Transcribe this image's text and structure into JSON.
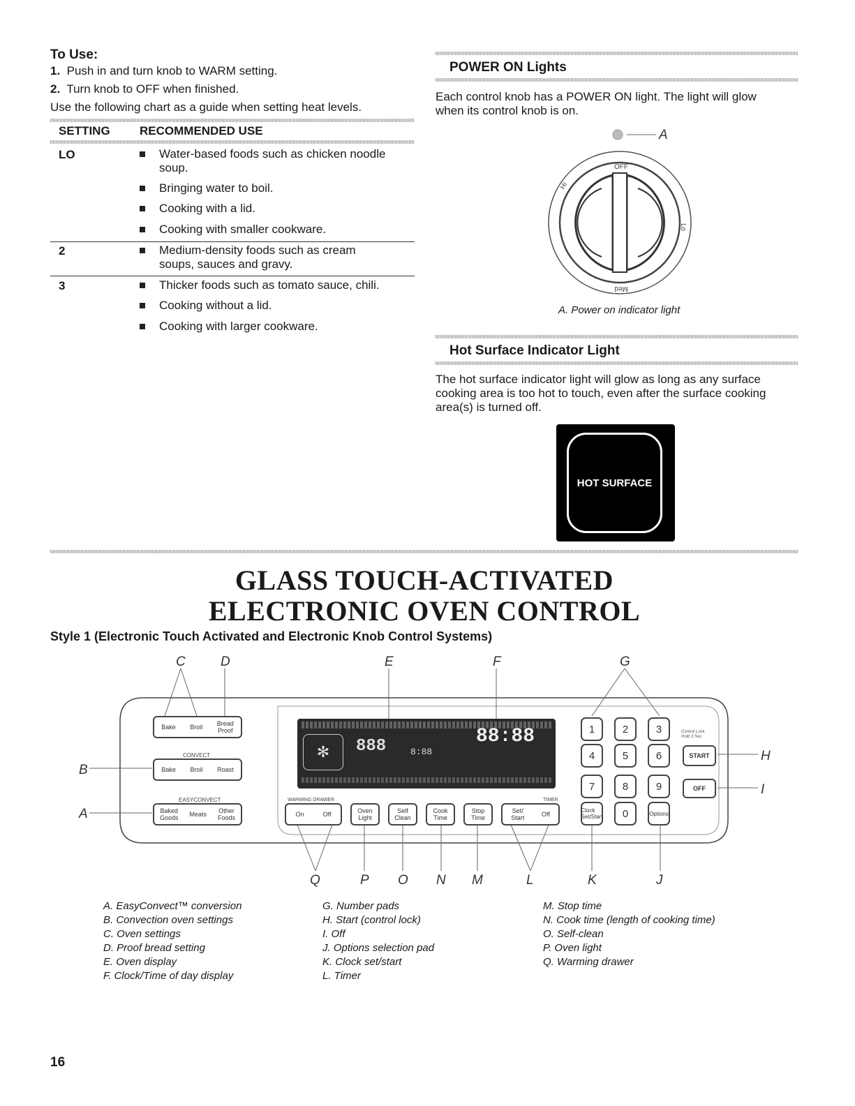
{
  "to_use": {
    "heading": "To Use:",
    "steps": [
      {
        "num": "1.",
        "text": "Push in and turn knob to WARM setting."
      },
      {
        "num": "2.",
        "text": "Turn knob to OFF when finished."
      }
    ],
    "chart_intro": "Use the following chart as a guide when setting heat levels."
  },
  "table": {
    "col_setting": "SETTING",
    "col_use": "RECOMMENDED USE",
    "rows": [
      {
        "setting": "LO",
        "uses": [
          "Water-based foods such as chicken noodle",
          "soup.",
          "Bringing water to boil.",
          "Cooking with a lid.",
          "Cooking with smaller cookware."
        ]
      },
      {
        "setting": "2",
        "uses": [
          "Medium-density foods such as cream",
          "soups, sauces and gravy."
        ]
      },
      {
        "setting": "3",
        "uses": [
          "Thicker foods such as tomato sauce, chili.",
          "Cooking without a lid.",
          "Cooking with larger cookware."
        ]
      }
    ]
  },
  "power_on": {
    "heading": "POWER ON Lights",
    "text1": "Each control knob has a POWER ON light. The light will glow",
    "text2": "when its control knob is on.",
    "callout": "A",
    "knob_labels": {
      "off": "OFF",
      "hi": "Hi",
      "lo": "Lo",
      "med": "Med"
    },
    "caption": "A. Power on indicator light"
  },
  "hot_surface": {
    "heading": "Hot Surface Indicator Light",
    "text1": "The hot surface indicator light will glow as long as any surface",
    "text2": "cooking area is too hot to touch, even after the surface cooking",
    "text3": "area(s) is turned off.",
    "label": "HOT SURFACE"
  },
  "main_title": {
    "line1": "GLASS TOUCH-ACTIVATED",
    "line2": "ELECTRONIC OVEN CONTROL"
  },
  "style_heading": "Style 1 (Electronic Touch Activated and Electronic Knob Control Systems)",
  "panel": {
    "bake": "Bake",
    "broil": "Broil",
    "bread": "Bread",
    "proof": "Proof",
    "convect": "CONVECT",
    "roast": "Roast",
    "easyconvect": "EASYCONVECT",
    "baked": "Baked",
    "goods": "Goods",
    "meats": "Meats",
    "other": "Other",
    "foods": "Foods",
    "warming_drawer": "WARMING DRAWER",
    "on": "On",
    "off": "Off",
    "oven": "Oven",
    "light": "Light",
    "self": "Self",
    "clean": "Clean",
    "cook": "Cook",
    "time": "Time",
    "stop": "Stop",
    "timer": "TIMER",
    "set": "Set/",
    "start": "Start",
    "clock": "Clock",
    "setstart": "Set/Start",
    "options": "Options",
    "keys": [
      "1",
      "2",
      "3",
      "4",
      "5",
      "6",
      "7",
      "8",
      "9",
      "0"
    ],
    "start_btn": "START",
    "off_btn": "OFF",
    "control_lock": "Control Lock",
    "hold": "Hold 3 Sec",
    "display_digits": "88:88",
    "display_temp": "888",
    "display_small": "8:88"
  },
  "callouts": [
    "A",
    "B",
    "C",
    "D",
    "E",
    "F",
    "G",
    "H",
    "I",
    "J",
    "K",
    "L",
    "M",
    "N",
    "O",
    "P",
    "Q"
  ],
  "legend": {
    "col1": [
      "A. EasyConvect™ conversion",
      "B. Convection oven settings",
      "C. Oven settings",
      "D. Proof bread setting",
      "E. Oven display",
      "F. Clock/Time of day display"
    ],
    "col2": [
      "G. Number pads",
      "H. Start (control lock)",
      "I. Off",
      "J. Options selection pad",
      "K. Clock set/start",
      "L. Timer"
    ],
    "col3": [
      "M. Stop time",
      "N. Cook time (length of cooking time)",
      "O. Self-clean",
      "P. Oven light",
      "Q. Warming drawer"
    ]
  },
  "page_number": "16"
}
